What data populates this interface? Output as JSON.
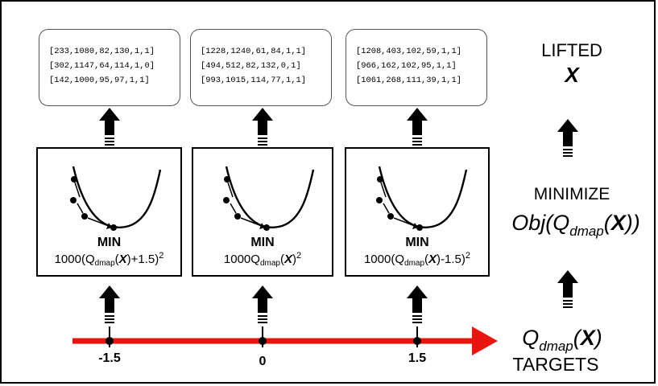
{
  "lifted_panels": [
    {
      "lines": [
        "[233,1080,82,130,1,1]",
        "[302,1147,64,114,1,0]",
        "[142,1000,95,97,1,1]"
      ]
    },
    {
      "lines": [
        "[1228,1240,61,84,1,1]",
        "[494,512,82,132,0,1]",
        "[993,1015,114,77,1,1]"
      ]
    },
    {
      "lines": [
        "[1208,403,102,59,1,1]",
        "[966,162,102,95,1,1]",
        "[1061,268,111,39,1,1]"
      ]
    }
  ],
  "min_panels": [
    {
      "label": "MIN",
      "coef": "1000(Q",
      "sub": "dmap",
      "open": "(",
      "var": "X",
      "tail": ")+1.5)",
      "sup": "2"
    },
    {
      "label": "MIN",
      "coef": "1000Q",
      "sub": "dmap",
      "open": "(",
      "var": "X",
      "tail": ")",
      "sup": "2"
    },
    {
      "label": "MIN",
      "coef": "1000(Q",
      "sub": "dmap",
      "open": "(",
      "var": "X",
      "tail": ")-1.5)",
      "sup": "2"
    }
  ],
  "right_column": {
    "lifted": "LIFTED",
    "lifted_var": "X",
    "minimize": "MINIMIZE",
    "obj_prefix": "Obj(Q",
    "obj_sub": "dmap",
    "obj_open": "(",
    "obj_var": "X",
    "obj_close": "))",
    "q_prefix": "Q",
    "q_sub": "dmap",
    "q_open": "(",
    "q_var": "X",
    "q_close": ")",
    "targets": "TARGETS"
  },
  "axis": {
    "ticks": [
      "-1.5",
      "0",
      "1.5"
    ],
    "color": "#e8150f"
  }
}
